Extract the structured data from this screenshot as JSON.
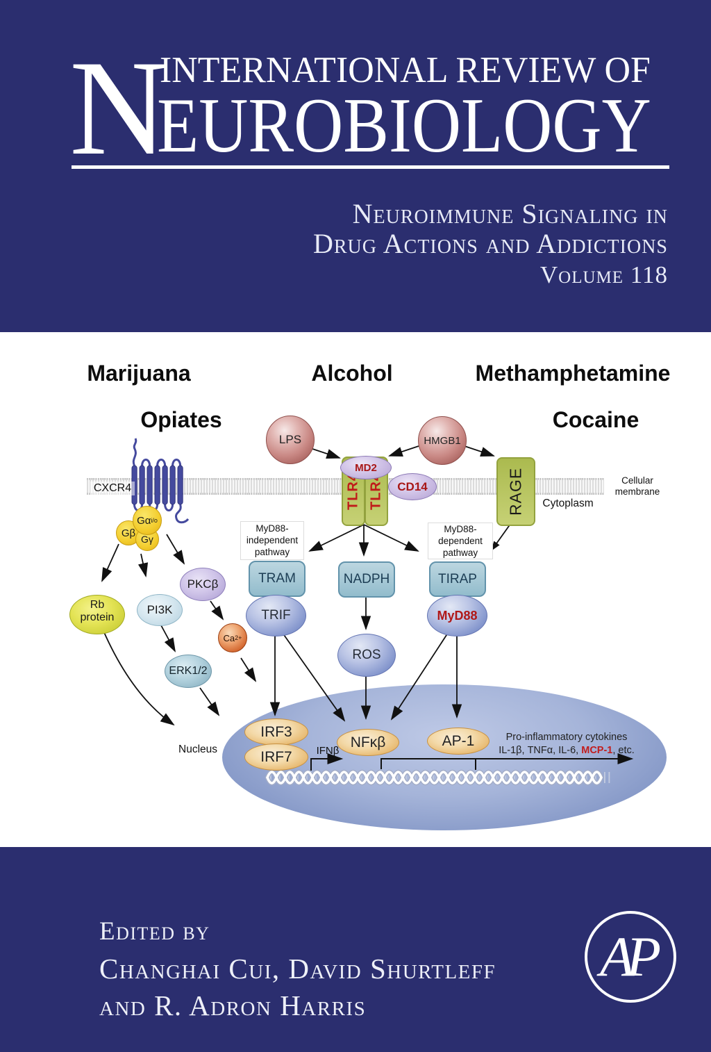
{
  "colors": {
    "band_navy": "#2b2e6f",
    "receptor_label_red": "#b41a1a",
    "mcp1_red": "#c21d1d"
  },
  "masthead": {
    "initial": "N",
    "series_line": "INTERNATIONAL REVIEW OF",
    "title_rest": "EUROBIOLOGY",
    "subtitle_line1": "Neuroimmune Signaling in",
    "subtitle_line2": "Drug Actions and Addictions",
    "volume": "Volume 118"
  },
  "diagram": {
    "drugs": {
      "marijuana": "Marijuana",
      "alcohol": "Alcohol",
      "meth": "Methamphetamine",
      "opiates": "Opiates",
      "cocaine": "Cocaine"
    },
    "ligands": {
      "lps": "LPS",
      "hmgb1": "HMGB1"
    },
    "receptors": {
      "cxcr4": "CXCR4",
      "md2": "MD2",
      "tlr4": "TLR4",
      "cd14": "CD14",
      "rage": "RAGE"
    },
    "membrane": {
      "line1": "Cellular",
      "line2": "membrane",
      "cytoplasm": "Cytoplasm"
    },
    "gproteins": {
      "galpha": "Gα",
      "galpha_sub": "i/o",
      "gbeta": "Gβ",
      "ggamma": "Gγ"
    },
    "pathways": {
      "independent": [
        "MyD88-",
        "independent",
        "pathway"
      ],
      "dependent": [
        "MyD88-",
        "dependent",
        "pathway"
      ]
    },
    "nodes": {
      "tram": "TRAM",
      "nadph": "NADPH",
      "tirap": "TIRAP",
      "trif": "TRIF",
      "myd88": "MyD88",
      "ros": "ROS",
      "rb_line1": "Rb",
      "rb_line2": "protein",
      "pi3k": "PI3K",
      "pkcb": "PKCβ",
      "ca_base": "Ca",
      "ca_sup": "2+",
      "erk": "ERK1/2"
    },
    "nucleus": {
      "label": "Nucleus",
      "irf3": "IRF3",
      "irf7": "IRF7",
      "nfkb": "NFκβ",
      "ap1": "AP-1",
      "ifnb": "IFNβ",
      "cytokines_line1": "Pro-inflammatory cytokines",
      "cytokines_pre": "IL-1β, TNFα, IL-6, ",
      "cytokines_mcp1": "MCP-1",
      "cytokines_post": ", etc."
    }
  },
  "footer": {
    "edited_by": "Edited by",
    "editors_line1": "Changhai Cui, David Shurtleff",
    "editors_line2": "and R. Adron Harris",
    "logo_text": "AP"
  }
}
